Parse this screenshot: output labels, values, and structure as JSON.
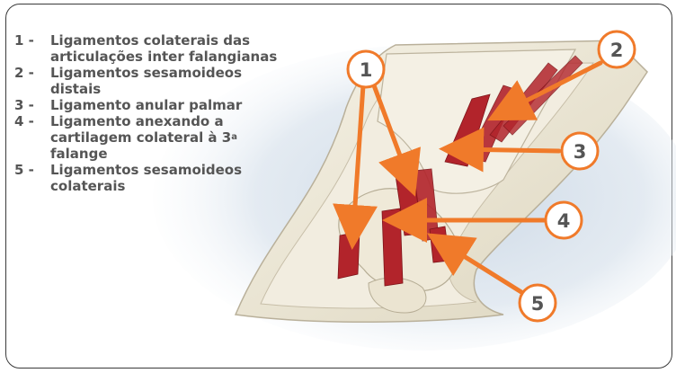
{
  "legend": {
    "items": [
      {
        "num": "1 -",
        "text": "Ligamentos colaterais das articulações inter falangianas"
      },
      {
        "num": "2 -",
        "text": "Ligamentos sesamoideos distais"
      },
      {
        "num": "3 -",
        "text": "Ligamento anular palmar"
      },
      {
        "num": "4 -",
        "text": "Ligamento anexando a cartilagem colateral à 3",
        "suffix_sup": "a",
        "suffix": " falange"
      },
      {
        "num": "5 -",
        "text": "Ligamentos sesamoideos colaterais"
      }
    ]
  },
  "callouts": [
    "1",
    "2",
    "3",
    "4",
    "5"
  ],
  "colors": {
    "arrow": "#f07a2a",
    "label_text": "#555555",
    "ligament": "#b2242b",
    "bone": "#ece6d3",
    "background_haze": "#c9d6e4",
    "frame": "#3a3a3a"
  }
}
